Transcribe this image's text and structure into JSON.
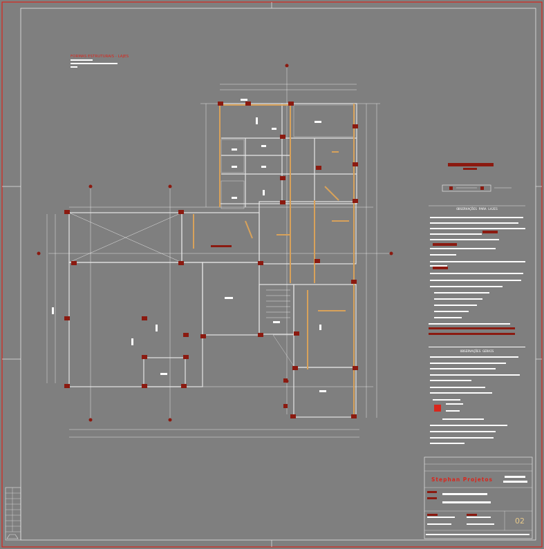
{
  "drawing": {
    "header_title": "FORMAS ESTRUTURAIS - LAJES",
    "notes_slabs_title": "OBSERVAÇÕES PARA LAJES",
    "notes_general_title": "OBSERVAÇÕES GERAIS",
    "firm_name": "Stephan Projetos",
    "sheet_number": "02"
  },
  "colors": {
    "background": "#7f7f7f",
    "lines": "#e6e6e6",
    "beams": "#d9a25a",
    "columns": "#8b1a10",
    "border": "#d9261c"
  }
}
